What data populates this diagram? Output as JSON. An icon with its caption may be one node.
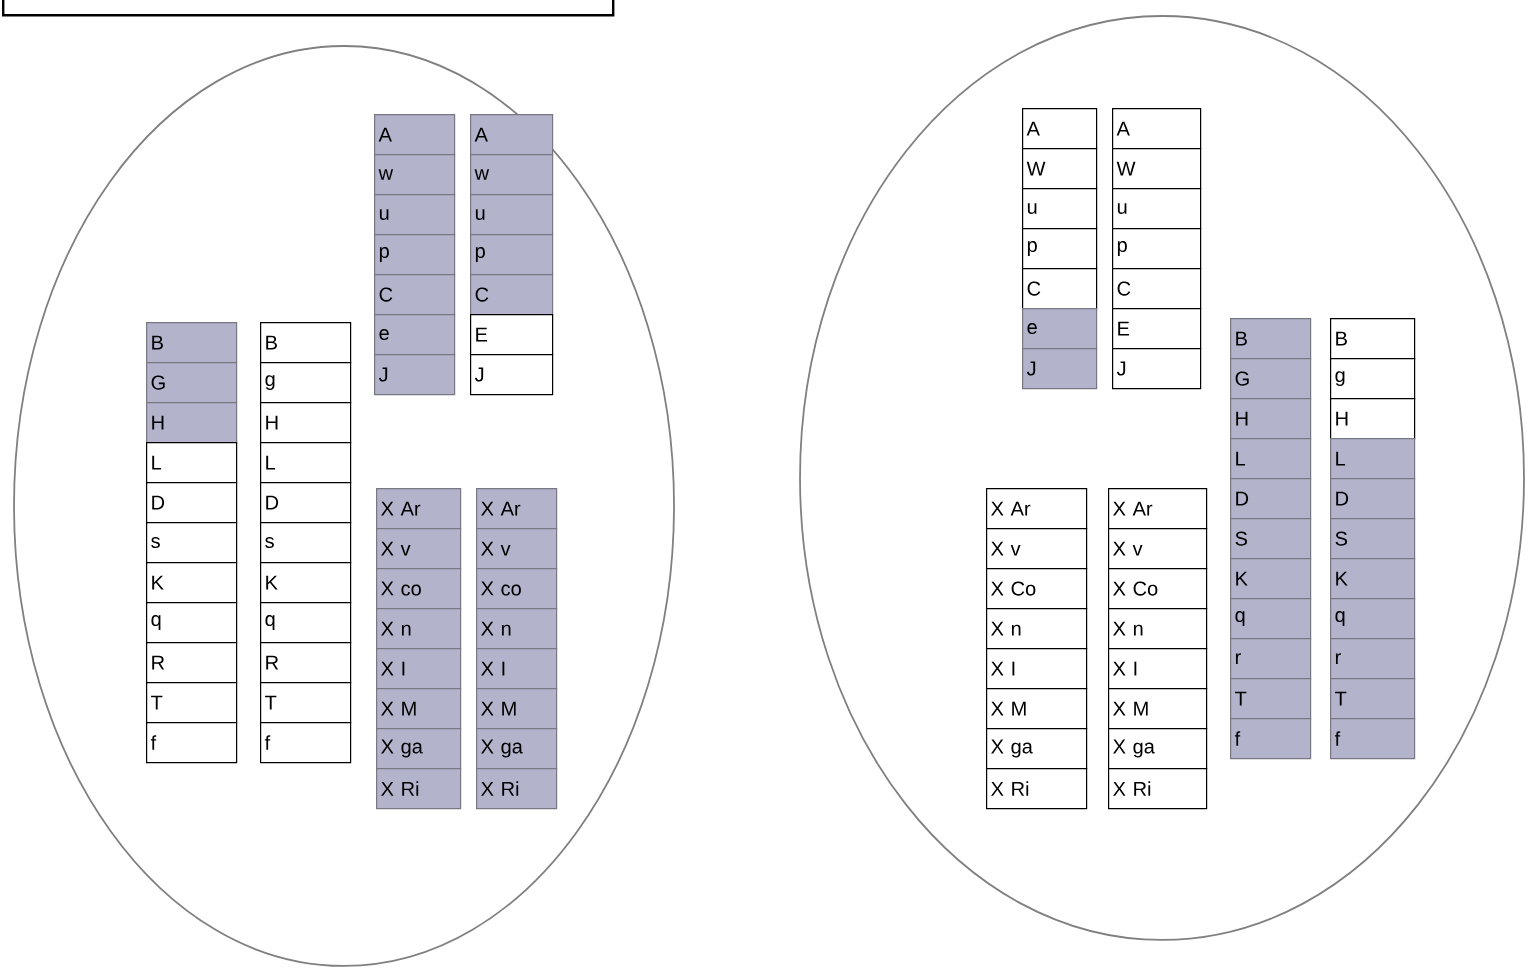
{
  "diagram": {
    "nodes": [
      {
        "text": [],
        "shape": "box"
      },
      {
        "text": [],
        "shape": "ellipse"
      },
      {
        "text": [
          "A"
        ],
        "in": 1
      },
      {
        "text": [
          "w"
        ],
        "in": 1
      },
      {
        "text": [
          "u"
        ],
        "in": 1
      },
      {
        "text": [
          "p"
        ],
        "in": 1
      },
      {
        "text": [
          "C"
        ],
        "in": 1
      },
      {
        "text": [
          "e"
        ],
        "in": 1
      },
      {
        "text": [
          "J"
        ],
        "in": 1
      },
      {
        "text": [
          "A"
        ],
        "in": 1
      },
      {
        "text": [
          "w"
        ],
        "in": 1
      },
      {
        "text": [
          "u"
        ],
        "in": 1
      },
      {
        "text": [
          "p"
        ],
        "in": 1
      },
      {
        "text": [
          "C"
        ],
        "in": 1
      },
      {
        "text": [
          "E"
        ],
        "in": 1
      },
      {
        "text": [
          "J"
        ],
        "in": 1
      },
      {
        "text": [
          "B"
        ],
        "in": 1
      },
      {
        "text": [
          "G"
        ],
        "in": 1
      },
      {
        "text": [
          "H"
        ],
        "in": 1
      },
      {
        "text": [
          "L"
        ],
        "in": 1
      },
      {
        "text": [
          "D"
        ],
        "in": 1
      },
      {
        "text": [
          "s"
        ],
        "in": 1
      },
      {
        "text": [
          "K"
        ],
        "in": 1
      },
      {
        "text": [
          "q"
        ],
        "in": 1
      },
      {
        "text": [
          "R"
        ],
        "in": 1
      },
      {
        "text": [
          "T"
        ],
        "in": 1
      },
      {
        "text": [
          "f"
        ],
        "in": 1
      },
      {
        "text": [
          "B"
        ],
        "in": 1
      },
      {
        "text": [
          "g"
        ],
        "in": 1
      },
      {
        "text": [
          "H"
        ],
        "in": 1
      },
      {
        "text": [
          "L"
        ],
        "in": 1
      },
      {
        "text": [
          "D"
        ],
        "in": 1
      },
      {
        "text": [
          "s"
        ],
        "in": 1
      },
      {
        "text": [
          "K"
        ],
        "in": 1
      },
      {
        "text": [
          "q"
        ],
        "in": 1
      },
      {
        "text": [
          "R"
        ],
        "in": 1
      },
      {
        "text": [
          "T"
        ],
        "in": 1
      },
      {
        "text": [
          "f"
        ],
        "in": 1
      },
      {
        "text": [
          "X Ar"
        ],
        "in": 1
      },
      {
        "text": [
          "X v"
        ],
        "in": 1
      },
      {
        "text": [
          "X co"
        ],
        "in": 1
      },
      {
        "text": [
          "X n"
        ],
        "in": 1
      },
      {
        "text": [
          "X I"
        ],
        "in": 1
      },
      {
        "text": [
          "X M"
        ],
        "in": 1
      },
      {
        "text": [
          "X ga"
        ],
        "in": 1
      },
      {
        "text": [
          "X Ri"
        ],
        "in": 1
      },
      {
        "text": [
          "X Ar"
        ],
        "in": 1
      },
      {
        "text": [
          "X v"
        ],
        "in": 1
      },
      {
        "text": [
          "X co"
        ],
        "in": 1
      },
      {
        "text": [
          "X n"
        ],
        "in": 1
      },
      {
        "text": [
          "X I"
        ],
        "in": 1
      },
      {
        "text": [
          "X M"
        ],
        "in": 1
      },
      {
        "text": [
          "X ga"
        ],
        "in": 1
      },
      {
        "text": [
          "X Ri"
        ],
        "in": 1
      },
      {
        "text": [],
        "shape": "ellipse"
      },
      {
        "text": [
          "A"
        ],
        "in": 54
      },
      {
        "text": [
          "W"
        ],
        "in": 54
      },
      {
        "text": [
          "u"
        ],
        "in": 54
      },
      {
        "text": [
          "p"
        ],
        "in": 54
      },
      {
        "text": [
          "C"
        ],
        "in": 54
      },
      {
        "text": [
          "e"
        ],
        "in": 54
      },
      {
        "text": [
          "J"
        ],
        "in": 54
      },
      {
        "text": [
          "A"
        ],
        "in": 54
      },
      {
        "text": [
          "W"
        ],
        "in": 54
      },
      {
        "text": [
          "u"
        ],
        "in": 54
      },
      {
        "text": [
          "p"
        ],
        "in": 54
      },
      {
        "text": [
          "C"
        ],
        "in": 54
      },
      {
        "text": [
          "E"
        ],
        "in": 54
      },
      {
        "text": [
          "J"
        ],
        "in": 54
      },
      {
        "text": [
          "B"
        ],
        "in": 54
      },
      {
        "text": [
          "G"
        ],
        "in": 54
      },
      {
        "text": [
          "H"
        ],
        "in": 54
      },
      {
        "text": [
          "L"
        ],
        "in": 54
      },
      {
        "text": [
          "D"
        ],
        "in": 54
      },
      {
        "text": [
          "S"
        ],
        "in": 54
      },
      {
        "text": [
          "K"
        ],
        "in": 54
      },
      {
        "text": [
          "q"
        ],
        "in": 54
      },
      {
        "text": [
          "r"
        ],
        "in": 54
      },
      {
        "text": [
          "T"
        ],
        "in": 54
      },
      {
        "text": [
          "f"
        ],
        "in": 54
      },
      {
        "text": [
          "B"
        ],
        "in": 54
      },
      {
        "text": [
          "g"
        ],
        "in": 54
      },
      {
        "text": [
          "H"
        ],
        "in": 54
      },
      {
        "text": [
          "L"
        ],
        "in": 54
      },
      {
        "text": [
          "D"
        ],
        "in": 54
      },
      {
        "text": [
          "S"
        ],
        "in": 54
      },
      {
        "text": [
          "K"
        ],
        "in": 54
      },
      {
        "text": [
          "q"
        ],
        "in": 54
      },
      {
        "text": [
          "r"
        ],
        "in": 54
      },
      {
        "text": [
          "T"
        ],
        "in": 54
      },
      {
        "text": [
          "f"
        ],
        "in": 54
      },
      {
        "text": [
          "X Ar"
        ],
        "in": 54
      },
      {
        "text": [
          "X v"
        ],
        "in": 54
      },
      {
        "text": [
          "X Co"
        ],
        "in": 54
      },
      {
        "text": [
          "X n"
        ],
        "in": 54
      },
      {
        "text": [
          "X I"
        ],
        "in": 54
      },
      {
        "text": [
          "X M"
        ],
        "in": 54
      },
      {
        "text": [
          "X ga"
        ],
        "in": 54
      },
      {
        "text": [
          "X Ri"
        ],
        "in": 54
      },
      {
        "text": [
          "X Ar"
        ],
        "in": 54
      },
      {
        "text": [
          "X v"
        ],
        "in": 54
      },
      {
        "text": [
          "X Co"
        ],
        "in": 54
      },
      {
        "text": [
          "X n"
        ],
        "in": 54
      },
      {
        "text": [
          "X I"
        ],
        "in": 54
      },
      {
        "text": [
          "X M"
        ],
        "in": 54
      },
      {
        "text": [
          "X ga"
        ],
        "in": 54
      },
      {
        "text": [
          "X Ri"
        ],
        "in": 54
      }
    ]
  }
}
